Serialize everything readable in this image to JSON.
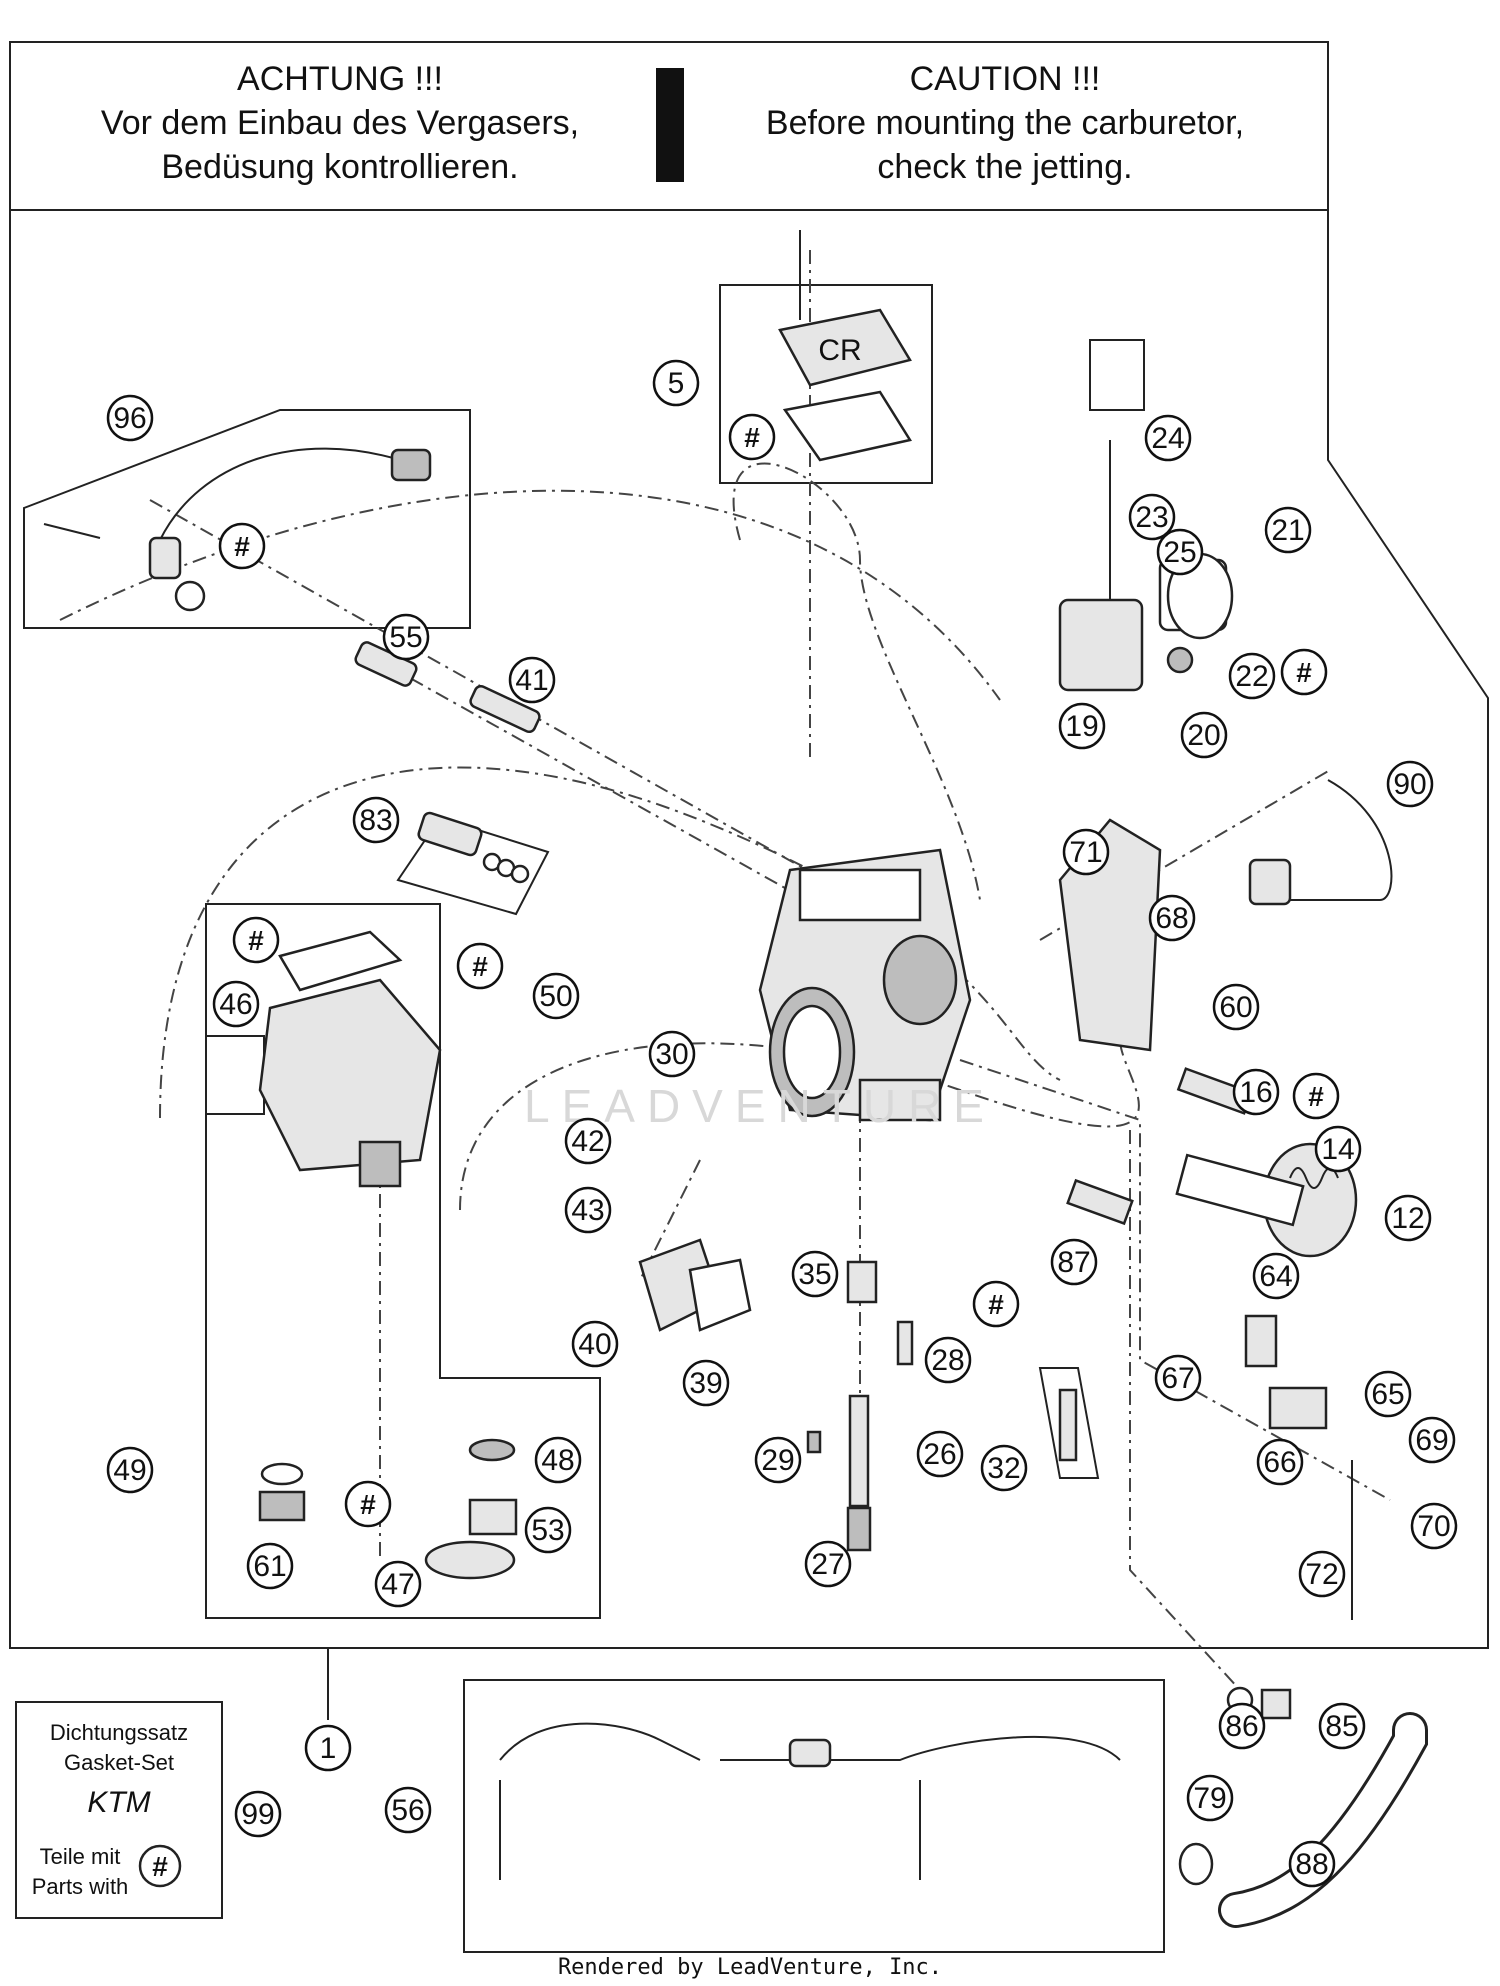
{
  "header": {
    "de_title": "ACHTUNG !!!",
    "de_line1": "Vor dem Einbau des Vergasers,",
    "de_line2": "Bedüsung kontrollieren.",
    "en_title": "CAUTION !!!",
    "en_line1": "Before mounting the carburetor,",
    "en_line2": "check the jetting.",
    "mark": "!"
  },
  "lid_label": "CR",
  "watermark": "LEADVENTURE",
  "gasket_box": {
    "line1": "Dichtungssatz",
    "line2": "Gasket-Set",
    "brand": "KTM",
    "line3": "Teile mit",
    "line4": "Parts with",
    "symbol": "#"
  },
  "hash_symbol": "#",
  "callouts": [
    "96",
    "5",
    "25",
    "24",
    "23",
    "21",
    "22",
    "19",
    "20",
    "55",
    "41",
    "83",
    "46",
    "50",
    "30",
    "42",
    "43",
    "40",
    "39",
    "35",
    "28",
    "29",
    "26",
    "27",
    "32",
    "90",
    "71",
    "68",
    "60",
    "16",
    "14",
    "12",
    "64",
    "67",
    "65",
    "66",
    "69",
    "70",
    "72",
    "87",
    "49",
    "48",
    "53",
    "61",
    "47",
    "1",
    "99",
    "56",
    "86",
    "85",
    "79",
    "88"
  ],
  "footer": "Rendered by LeadVenture, Inc.",
  "colors": {
    "ink": "#111111",
    "paper": "#ffffff",
    "part_fill": "#e6e6e6"
  }
}
